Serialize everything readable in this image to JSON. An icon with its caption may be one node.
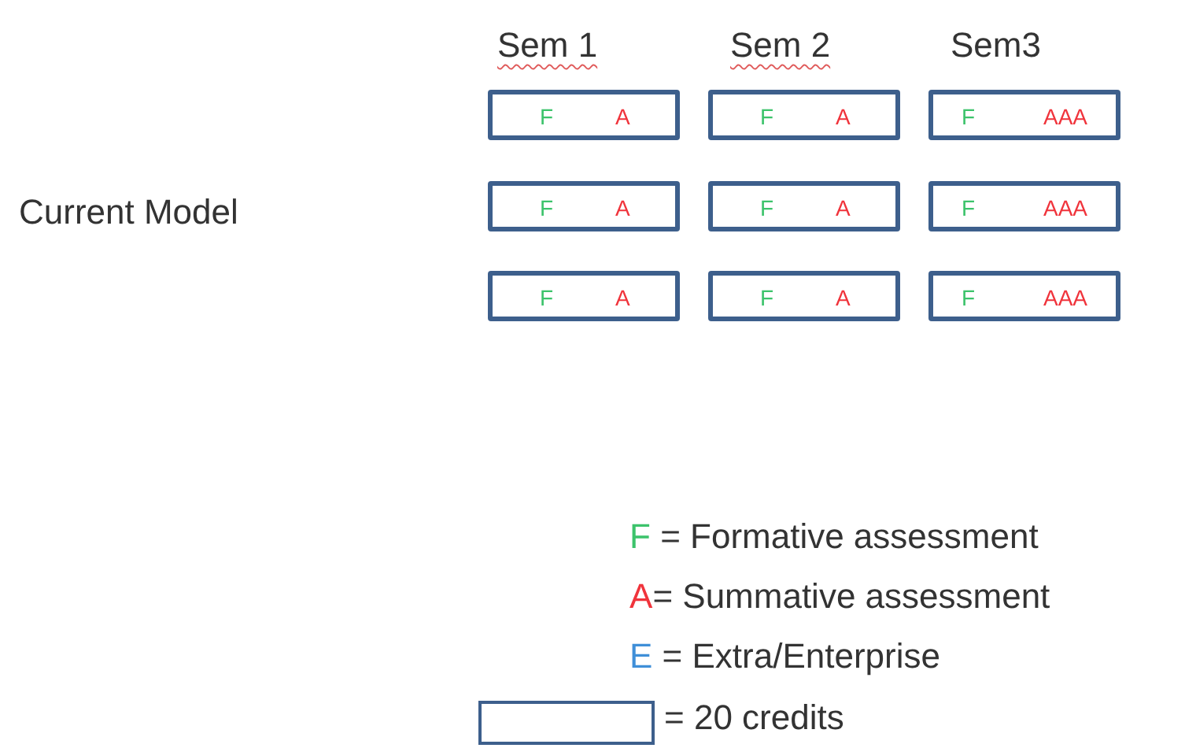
{
  "diagram": {
    "nodes": [
      {
        "text": [
          "F",
          "A"
        ]
      },
      {
        "text": [
          "F",
          "A"
        ]
      },
      {
        "text": [
          "F",
          "AAA"
        ]
      },
      {
        "text": [
          "F",
          "A"
        ]
      },
      {
        "text": [
          "F",
          "A"
        ]
      },
      {
        "text": [
          "F",
          "AAA"
        ]
      },
      {
        "text": [
          "F",
          "A"
        ]
      },
      {
        "text": [
          "F",
          "A"
        ]
      },
      {
        "text": [
          "F",
          "AAA"
        ]
      }
    ],
    "edges": [],
    "labels": [
      "Sem 1",
      "Sem 2",
      "Sem3",
      "Current Model"
    ],
    "legend": [
      {
        "text": "F = Formative assessment",
        "color": "#3cc36b"
      },
      {
        "text": "A= Summative assessment",
        "color": "#f0343c"
      },
      {
        "text": "E = Extra/Enterprise",
        "color": "#3f8fd8"
      },
      {
        "text": "= 20 credits"
      }
    ]
  }
}
